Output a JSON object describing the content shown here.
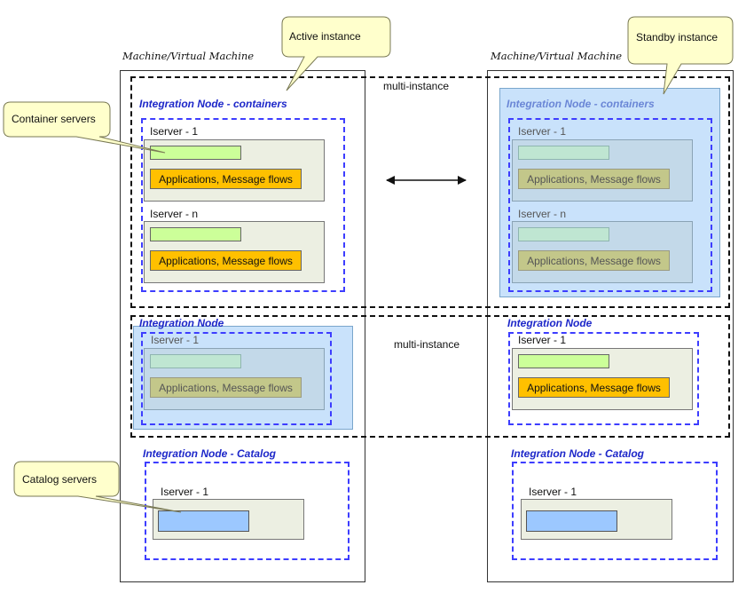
{
  "machines": {
    "left_label": "Machine/Virtual Machine",
    "right_label": "Machine/Virtual Machine"
  },
  "multi_instance": {
    "top_label": "multi-instance",
    "middle_label": "multi-instance"
  },
  "callouts": {
    "active": "Active instance",
    "standby": "Standby instance",
    "container_servers": "Container servers",
    "catalog_servers": "Catalog servers"
  },
  "left": {
    "containers_node": {
      "title": "Integration Node - containers",
      "servers": [
        {
          "label": "Iserver - 1",
          "app": "Applications, Message flows"
        },
        {
          "label": "Iserver - n",
          "app": "Applications, Message flows"
        }
      ]
    },
    "integration_node": {
      "title": "Integration Node",
      "server": {
        "label": "Iserver - 1",
        "app": "Applications, Message flows"
      }
    },
    "catalog_node": {
      "title": "Integration Node - Catalog",
      "server": {
        "label": "Iserver - 1"
      }
    }
  },
  "right": {
    "containers_node": {
      "title": "Integration Node - containers",
      "servers": [
        {
          "label": "Iserver - 1",
          "app": "Applications, Message flows"
        },
        {
          "label": "Iserver - n",
          "app": "Applications, Message flows"
        }
      ]
    },
    "integration_node": {
      "title": "Integration Node",
      "server": {
        "label": "Iserver - 1",
        "app": "Applications, Message flows"
      }
    },
    "catalog_node": {
      "title": "Integration Node - Catalog",
      "server": {
        "label": "Iserver - 1"
      }
    }
  },
  "colors": {
    "node_title": "#1d27c9",
    "app_active": "#ffc000",
    "app_standby": "#c3c78a",
    "green_bar": "#ccff99",
    "catalog_bar": "#9cc8ff",
    "standby_shade": "#c9e2fb",
    "callout_fill": "#ffffcc"
  }
}
